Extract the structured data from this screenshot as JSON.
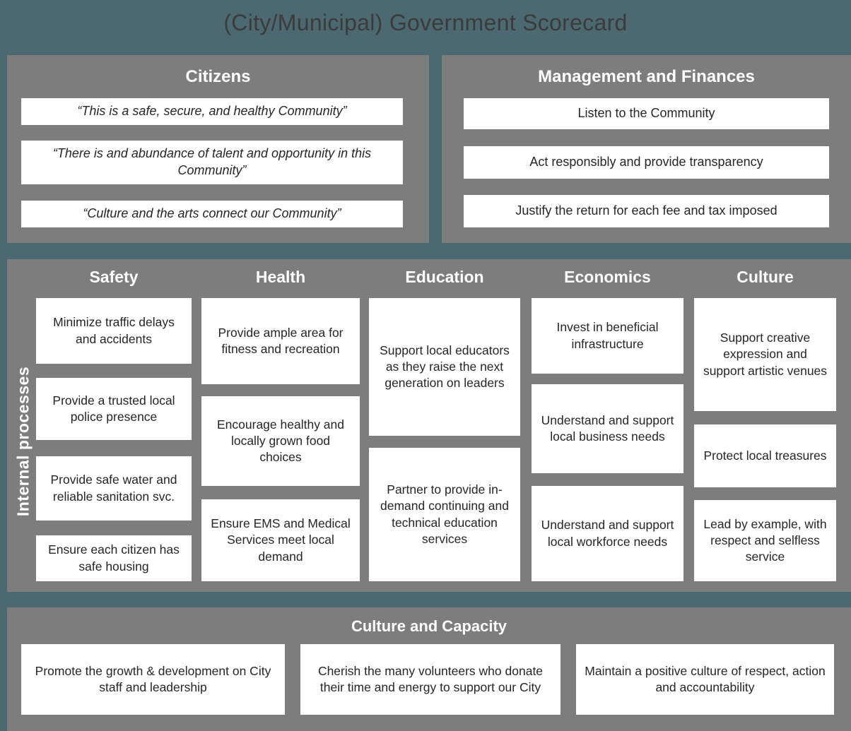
{
  "title": "(City/Municipal) Government Scorecard",
  "colors": {
    "background_teal": "#4c6972",
    "panel_gray": "#7d7d7d",
    "card_white": "#ffffff",
    "title_dark": "#3b3b3b",
    "heading_white": "#ffffff",
    "body_text": "#262626"
  },
  "panels": {
    "citizens": {
      "title": "Citizens",
      "items": [
        "“This is a safe, secure, and healthy Community”",
        "“There is and abundance of talent and opportunity in this Community”",
        "“Culture and the arts connect our Community”"
      ]
    },
    "management_finances": {
      "title": "Management and Finances",
      "items": [
        "Listen to the Community",
        "Act responsibly and provide transparency",
        "Justify the return for each fee and tax imposed"
      ]
    },
    "internal_processes": {
      "side_label": "Internal processes",
      "columns": [
        {
          "title": "Safety",
          "items": [
            "Minimize traffic delays and accidents",
            "Provide a trusted local police presence",
            "Provide safe water and reliable sanitation svc.",
            "Ensure each citizen has safe housing"
          ]
        },
        {
          "title": "Health",
          "items": [
            "Provide ample area for fitness and recreation",
            "Encourage healthy and locally grown food choices",
            "Ensure EMS and Medical Services meet local demand"
          ]
        },
        {
          "title": "Education",
          "items": [
            "Support local educators as they raise the next generation on leaders",
            "Partner to provide in-demand continuing and technical education services"
          ]
        },
        {
          "title": "Economics",
          "items": [
            "Invest in beneficial infrastructure",
            "Understand and support local business needs",
            "Understand and support local workforce needs"
          ]
        },
        {
          "title": "Culture",
          "items": [
            "Support creative expression and support artistic venues",
            "Protect local treasures",
            "Lead by example, with respect and selfless service"
          ]
        }
      ]
    },
    "culture_capacity": {
      "title": "Culture and Capacity",
      "items": [
        "Promote the growth & development on City staff and leadership",
        "Cherish the many volunteers who donate their time and energy to support our City",
        "Maintain a positive culture of respect, action and accountability"
      ]
    }
  }
}
